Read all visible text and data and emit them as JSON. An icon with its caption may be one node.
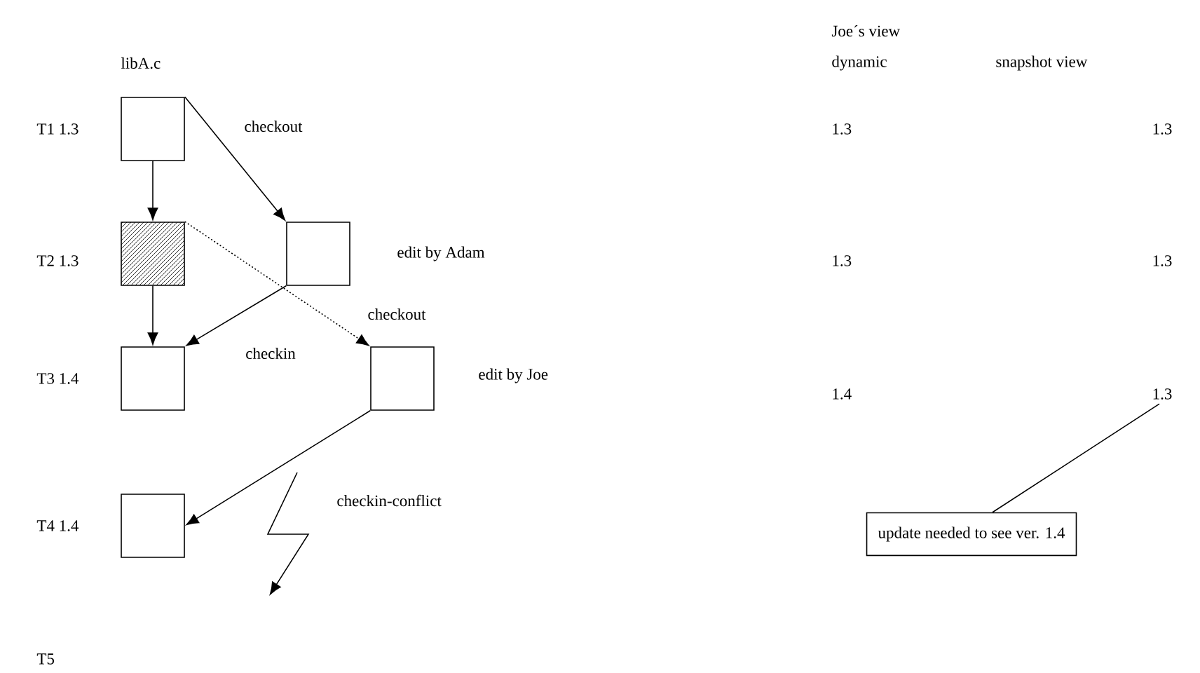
{
  "diagram": {
    "nodes": [
      {
        "text": [],
        "shape": "box",
        "beside": [
          "libA.c",
          "T1 1.3"
        ]
      },
      {
        "text": [],
        "shape": "box",
        "beside": [
          "T2 1.3"
        ]
      },
      {
        "text": [],
        "shape": "box",
        "beside": [
          "edit by Adam"
        ]
      },
      {
        "text": [],
        "shape": "box",
        "beside": [
          "T3 1.4"
        ]
      },
      {
        "text": [],
        "shape": "box",
        "beside": [
          "edit by Joe"
        ]
      },
      {
        "text": [],
        "shape": "box",
        "beside": [
          "T4 1.4"
        ]
      },
      {
        "text": [
          "1.3"
        ]
      },
      {
        "text": [
          "update needed to see ver. 1.4"
        ]
      }
    ],
    "edges": [
      {
        "from": 0,
        "to": 1,
        "arrow": "to"
      },
      {
        "from": 0,
        "to": 2,
        "arrow": "to",
        "label": "checkout"
      },
      {
        "from": 1,
        "to": 3,
        "arrow": "to"
      },
      {
        "from": 2,
        "to": 3,
        "arrow": "to",
        "label": "checkin"
      },
      {
        "from": 1,
        "to": 4,
        "arrow": "to",
        "label": "checkout",
        "style": "dashed"
      },
      {
        "from": 4,
        "to": 5,
        "arrow": "to"
      },
      {
        "from": 7,
        "to": 6,
        "arrow": "none"
      }
    ],
    "labels": [
      "Joe´s view",
      "dynamic",
      "snapshot view",
      "1.3",
      "1.3",
      "1.3",
      "1.3",
      "1.4",
      "checkin-conflict",
      "T5"
    ]
  }
}
